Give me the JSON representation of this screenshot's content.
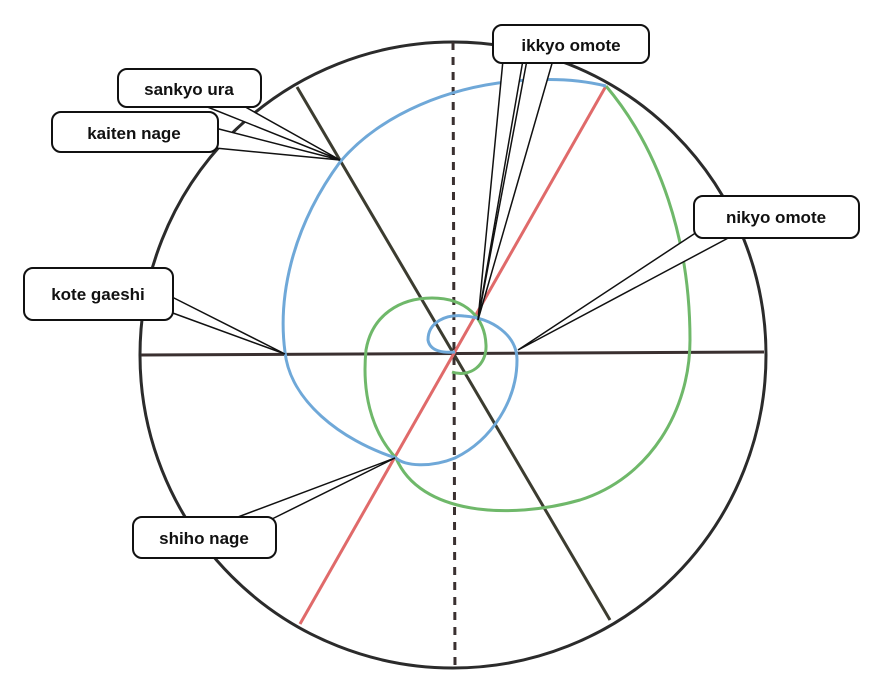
{
  "labels": {
    "ikkyo_omote": "ikkyo omote",
    "sankyo_ura": "sankyo ura",
    "kaiten_nage": "kaiten nage",
    "nikyo_omote": "nikyo omote",
    "kote_gaeshi": "kote gaeshi",
    "shiho_nage": "shiho nage"
  },
  "colors": {
    "outer_circle": "#2b2b2b",
    "axis_lines": "#3a3030",
    "diagonal": "#3c3c30",
    "red_line": "#e06a6a",
    "blue_spiral": "#6fa8d8",
    "green_spiral": "#6fb86a",
    "callout_border": "#111111"
  }
}
